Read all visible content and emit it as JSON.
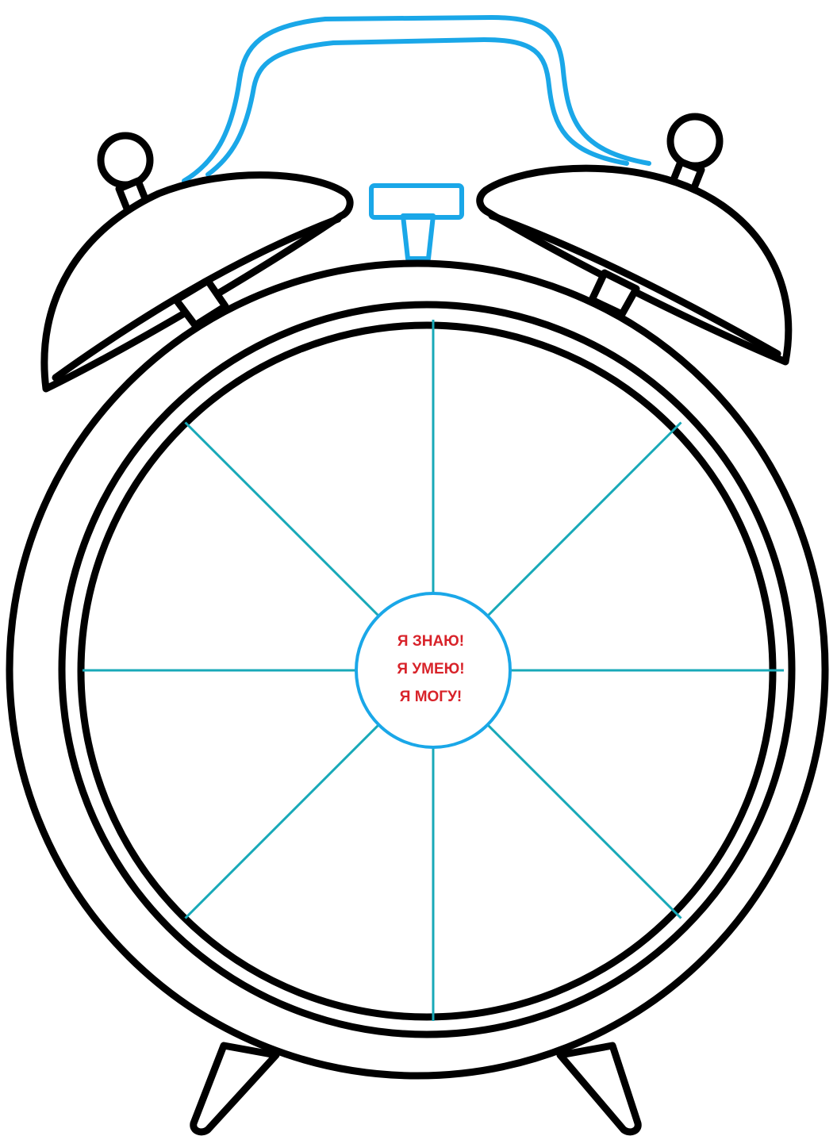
{
  "colors": {
    "outline": "#000000",
    "accent_blue": "#1aa7e8",
    "spoke_teal": "#18a9b8",
    "text_red": "#d8232a",
    "background": "#ffffff"
  },
  "center_text": {
    "line1": "Я ЗНАЮ!",
    "line2": "Я УМЕЮ!",
    "line3": "Я  МОГУ!"
  },
  "dial": {
    "sector_count": 8
  }
}
